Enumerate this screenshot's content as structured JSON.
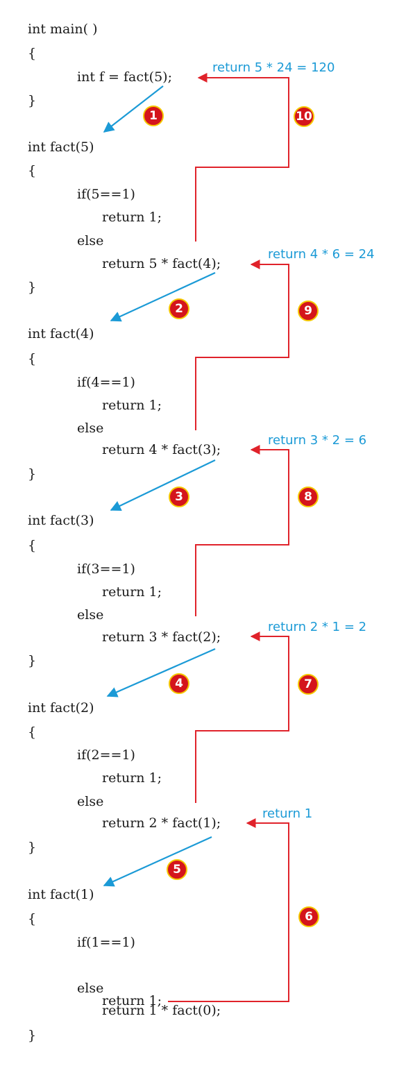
{
  "code": {
    "main": [
      "int main( )",
      "{",
      "int f = fact(5);",
      "}"
    ],
    "fact5": [
      "int fact(5)",
      "{",
      "if(5==1)",
      "return 1;",
      "else",
      "return 5 * fact(4);",
      "}"
    ],
    "fact4": [
      "int fact(4)",
      "{",
      "if(4==1)",
      "return 1;",
      "else",
      "return 4 * fact(3);",
      "}"
    ],
    "fact3": [
      "int fact(3)",
      "{",
      "if(3==1)",
      "return 1;",
      "else",
      "return 3 * fact(2);",
      "}"
    ],
    "fact2": [
      "int fact(2)",
      "{",
      "if(2==1)",
      "return 1;",
      "else",
      "return 2 * fact(1);",
      "}"
    ],
    "fact1": [
      "int fact(1)",
      "{",
      "if(1==1)",
      "return 1;",
      "else",
      "return 1 * fact(0);",
      "}"
    ]
  },
  "returns": [
    "return 5 * 24 = 120",
    "return 4 * 6 = 24",
    "return 3 * 2 = 6",
    "return 2 * 1 = 2",
    "return 1"
  ],
  "steps": [
    "1",
    "2",
    "3",
    "4",
    "5",
    "6",
    "7",
    "8",
    "9",
    "10"
  ],
  "colors": {
    "call_arrow": "#1b9ad6",
    "return_arrow": "#e0222a",
    "badge_fill": "#d4151c",
    "badge_ring": "#f5c800",
    "return_text": "#1b9ad6"
  }
}
